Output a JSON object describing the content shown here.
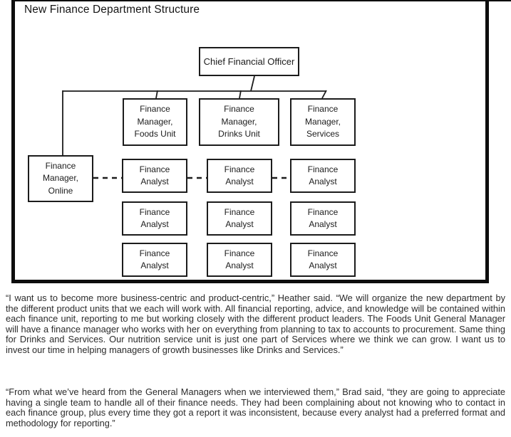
{
  "diagram": {
    "title": "New Finance Department Structure",
    "cfo": {
      "label": "Chief Financial Officer"
    },
    "managers": [
      {
        "label": "Finance Manager, Foods Unit"
      },
      {
        "label": "Finance Manager, Drinks Unit"
      },
      {
        "label": "Finance Manager, Services"
      }
    ],
    "online_manager": {
      "label": "Finance Manager, Online"
    },
    "analyst_label": "Finance Analyst",
    "hierarchy_note": "CFO over three unit managers and online manager; online manager linked to analyst columns by dashed lines",
    "colors": {
      "line": "#1c1c1c",
      "box_border": "#1c1c1c",
      "frame_border": "#0d0d0d",
      "text": "#2b2b2b",
      "background": "#ffffff"
    }
  },
  "body": {
    "paragraphs": [
      "“I want us to become more business-centric and product-centric,” Heather said. “We will organize the new department by the different product units that we each will work with. All financial reporting, advice, and knowledge will be contained within each finance unit, reporting to me but working closely with the different product leaders. The Foods Unit General Manager will have a finance manager who works with her on everything from planning to tax to accounts to procurement. Same thing for Drinks and Services. Our nutrition service unit is just one part of Services where we think we can grow. I want us to invest our time in helping managers of growth businesses like Drinks and Services.”",
      "“From what we’ve heard from the General Managers when we interviewed them,” Brad said, “they are going to appreciate having a single team to handle all of their finance needs. They had been complaining about not knowing who to contact in each finance group, plus every time they got a report it was inconsistent, because every analyst had a preferred format and methodology for reporting.”"
    ]
  }
}
